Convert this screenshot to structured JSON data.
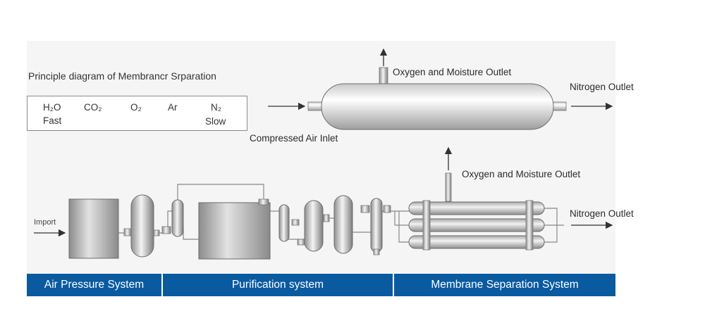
{
  "title": "Principle diagram of Membrancr Srparation",
  "legend": {
    "gases": [
      "H₂O",
      "CO₂",
      "O₂",
      "Ar",
      "N₂"
    ],
    "fast_label": "Fast",
    "slow_label": "Slow"
  },
  "top_diagram": {
    "oxygen_outlet": "Oxygen and Moisture Outlet",
    "nitrogen_outlet": "Nitrogen Outlet",
    "compressed_air_inlet": "Compressed Air Inlet"
  },
  "bottom_diagram": {
    "import_label": "Import",
    "oxygen_outlet": "Oxygen and Moisture Outlet",
    "nitrogen_outlet": "Nitrogen Outlet"
  },
  "sections": [
    "Air Pressure System",
    "Purification system",
    "Membrane Separation System"
  ],
  "colors": {
    "band": "#0a5aa0",
    "panel": "#f5f5f5"
  }
}
